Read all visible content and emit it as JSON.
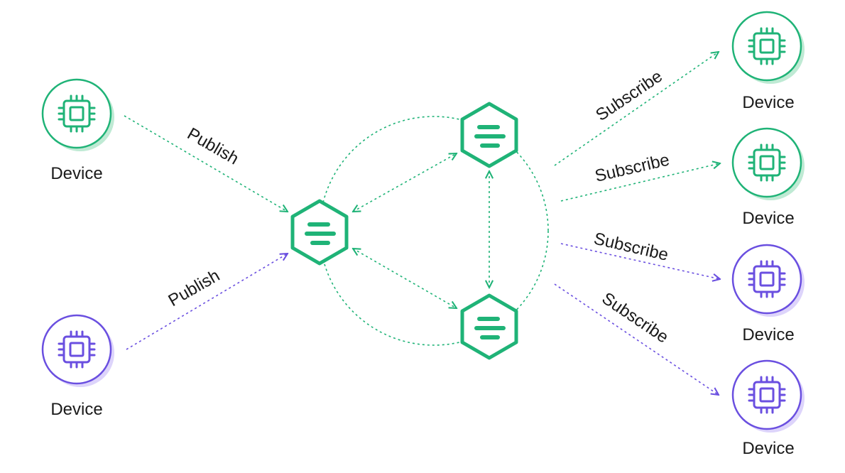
{
  "colors": {
    "green": "#1fb377",
    "green_shadow": "#bfead4",
    "purple": "#6a4fe0",
    "purple_shadow": "#ddd4fb",
    "text": "#1a1a1a"
  },
  "icons": {
    "device": "chip-icon",
    "broker": "broker-hexagon-icon"
  },
  "publishers": [
    {
      "label": "Device",
      "color": "green",
      "action": "Publish"
    },
    {
      "label": "Device",
      "color": "purple",
      "action": "Publish"
    }
  ],
  "subscribers": [
    {
      "label": "Device",
      "color": "green",
      "action": "Subscribe"
    },
    {
      "label": "Device",
      "color": "green",
      "action": "Subscribe"
    },
    {
      "label": "Device",
      "color": "purple",
      "action": "Subscribe"
    },
    {
      "label": "Device",
      "color": "purple",
      "action": "Subscribe"
    }
  ],
  "brokers": {
    "count": 3
  }
}
